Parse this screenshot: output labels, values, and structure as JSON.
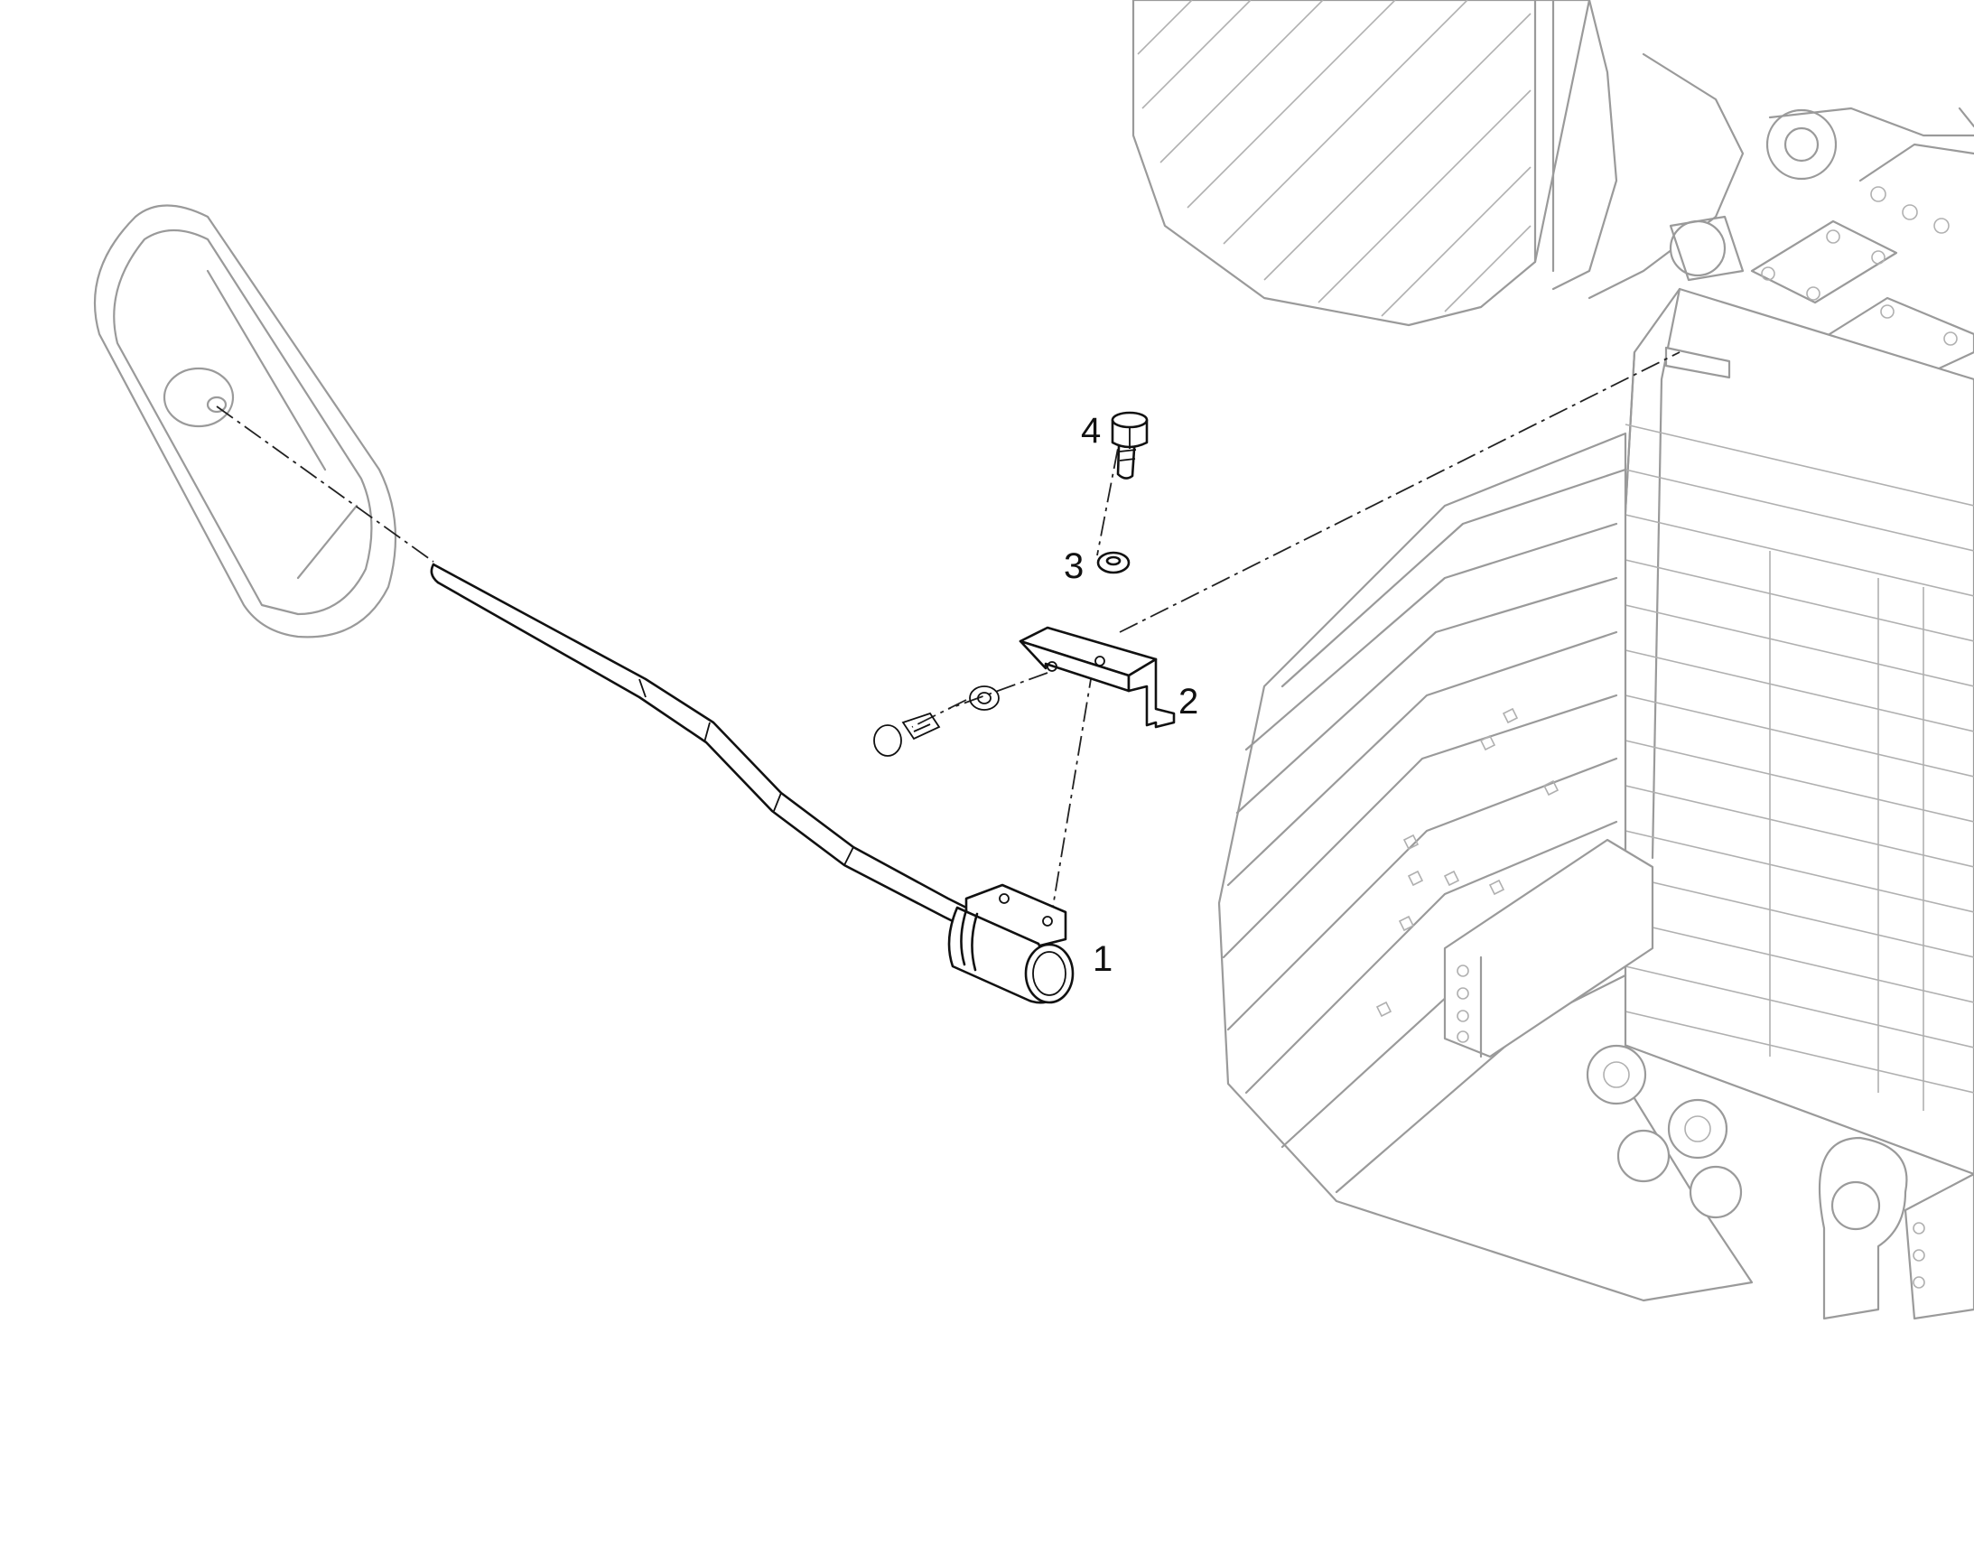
{
  "callouts": {
    "part_1": "1",
    "part_2": "2",
    "part_3": "3",
    "part_4": "4"
  },
  "colors": {
    "part_stroke": "#111111",
    "background_stroke": "#9a9a9a",
    "background": "#ffffff"
  }
}
